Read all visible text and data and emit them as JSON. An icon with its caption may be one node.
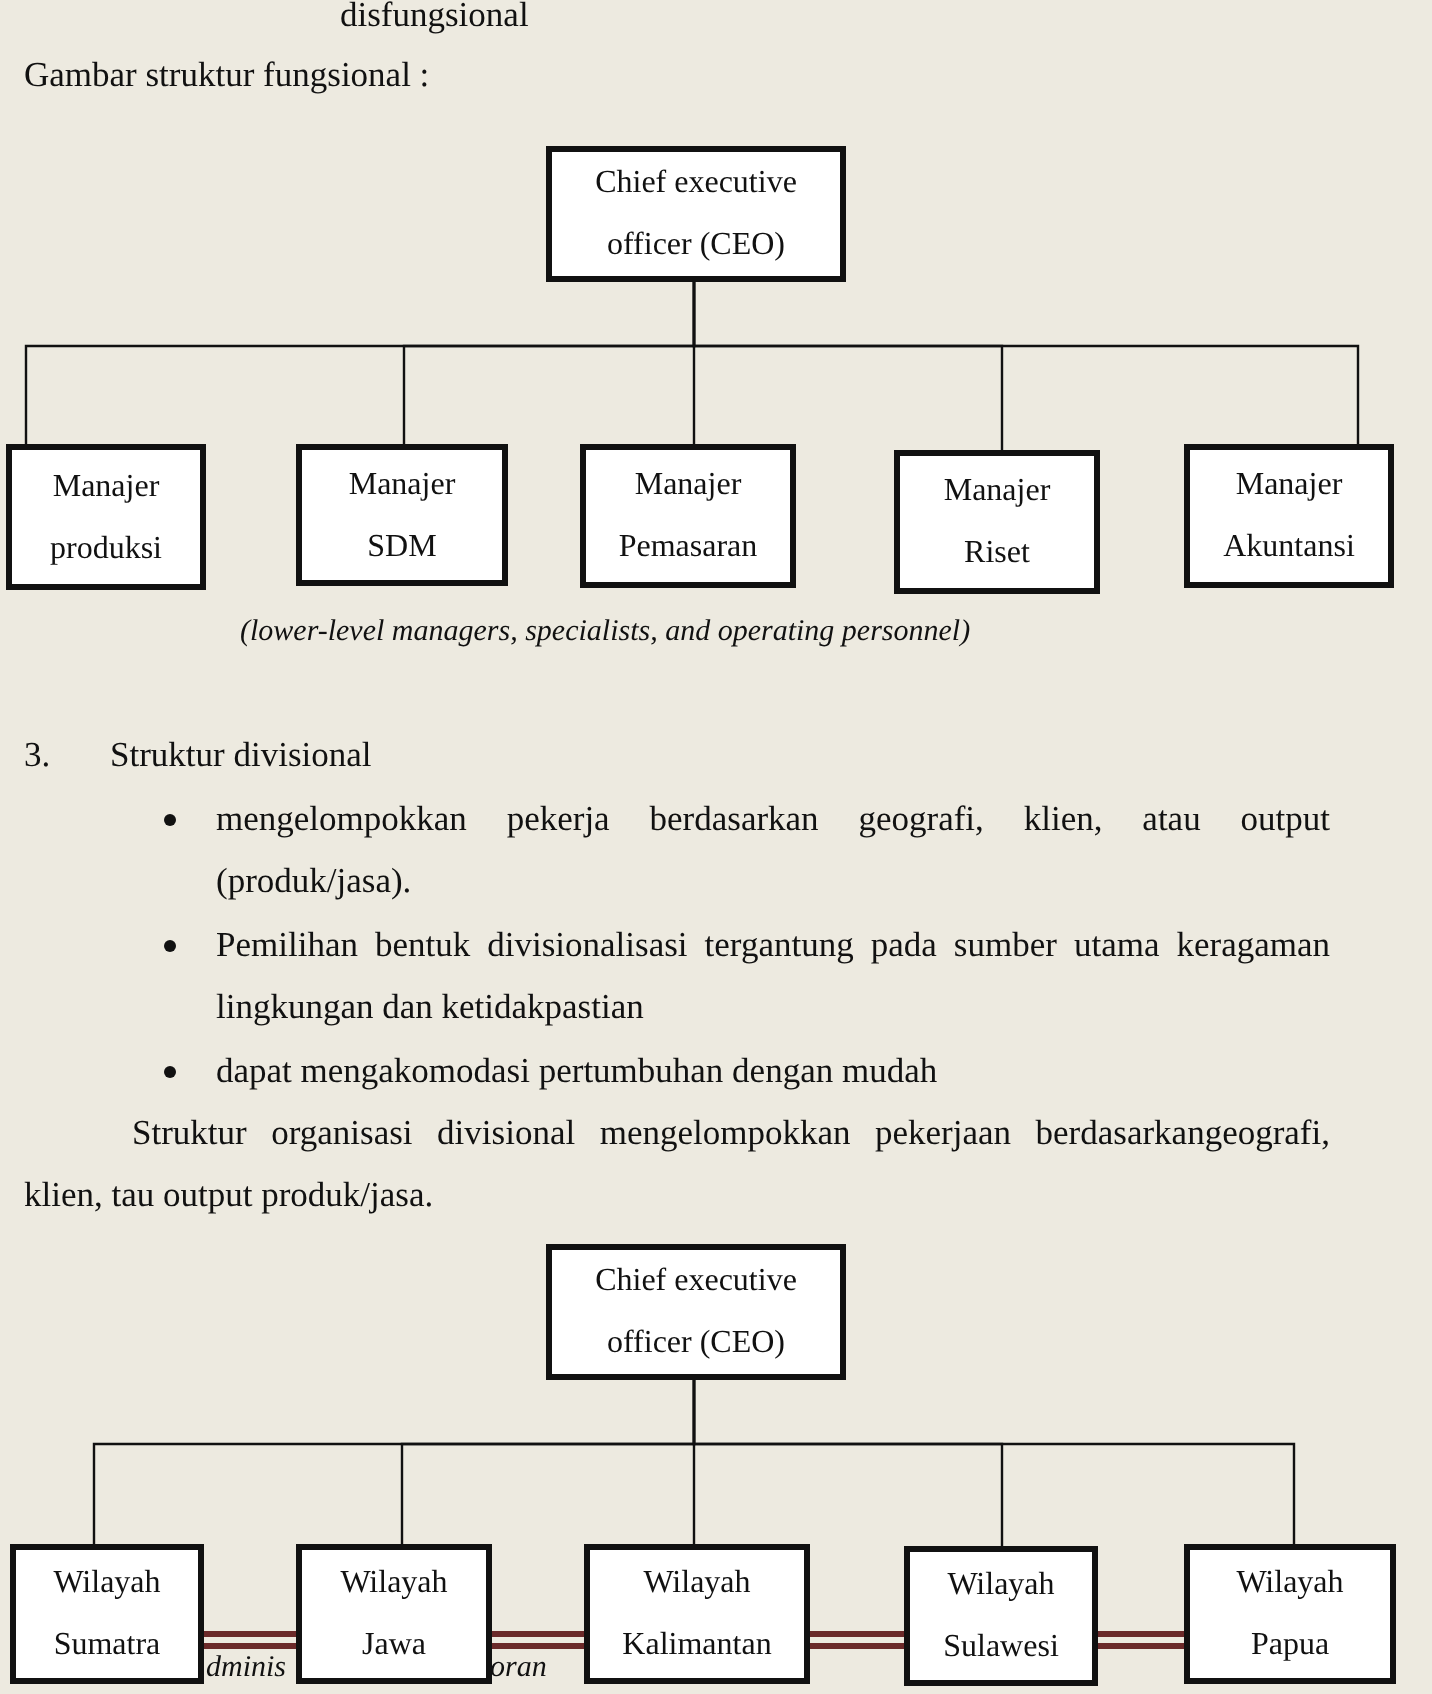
{
  "diagram": {
    "nodes": [
      {
        "text": [
          "Chief executive officer (CEO)"
        ]
      },
      {
        "text": [
          "Manajer produksi"
        ]
      },
      {
        "text": [
          "Manajer SDM"
        ]
      },
      {
        "text": [
          "Manajer Pemasaran"
        ]
      },
      {
        "text": [
          "Manajer Riset"
        ]
      },
      {
        "text": [
          "Manajer Akuntansi"
        ]
      },
      {
        "text": [
          "Chief executive officer (CEO)"
        ]
      },
      {
        "text": [
          "Wilayah Sumatra"
        ]
      },
      {
        "text": [
          "Wilayah Jawa"
        ]
      },
      {
        "text": [
          "Wilayah Kalimantan"
        ]
      },
      {
        "text": [
          "Wilayah Sulawesi"
        ]
      },
      {
        "text": [
          "Wilayah Papua"
        ]
      }
    ],
    "edges": [
      {
        "from": 0,
        "to": 1,
        "arrow": "none"
      },
      {
        "from": 0,
        "to": 2,
        "arrow": "none"
      },
      {
        "from": 0,
        "to": 3,
        "arrow": "none"
      },
      {
        "from": 0,
        "to": 4,
        "arrow": "none"
      },
      {
        "from": 0,
        "to": 5,
        "arrow": "none"
      },
      {
        "from": 6,
        "to": 7,
        "arrow": "none"
      },
      {
        "from": 6,
        "to": 8,
        "arrow": "none"
      },
      {
        "from": 6,
        "to": 9,
        "arrow": "none"
      },
      {
        "from": 6,
        "to": 10,
        "arrow": "none"
      },
      {
        "from": 6,
        "to": 11,
        "arrow": "none"
      }
    ],
    "labels": [
      "disfungsional",
      "Gambar struktur fungsional :",
      "(lower-level managers, specialists, and operating personnel)",
      "3.",
      "Struktur divisional",
      "mengelompokkan pekerja berdasarkan geografi, klien, atau output (produk/jasa).",
      "Pemilihan bentuk divisionalisasi tergantung pada sumber utama keragaman lingkungan dan ketidakpastian",
      "dapat mengakomodasi pertumbuhan dengan mudah",
      "Struktur organisasi divisional mengelompokkan pekerjaan berdasarkangeografi, klien, tau output produk/jasa.",
      "dminis",
      "oran"
    ]
  }
}
